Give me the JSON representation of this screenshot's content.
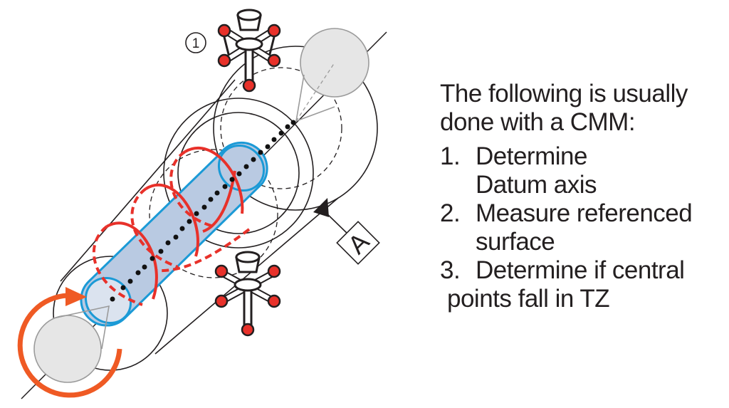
{
  "diagram": {
    "callout_number": "1",
    "datum_label": "A",
    "colors": {
      "outline": "#231f20",
      "red_circle": "#e8312a",
      "orange_arrow": "#ef5a24",
      "blue_cylinder_fill": "#b9cae2",
      "blue_cylinder_stroke": "#1b9ad6",
      "blue_end_fill": "#dbe3ef",
      "gray_cone": "#e6e6e6",
      "gray_cone_stroke": "#9b9b9b",
      "probe_tip_red": "#e8312a"
    }
  },
  "text": {
    "intro_line1": "The following is usually",
    "intro_line2": "done with a CMM:",
    "steps": [
      {
        "num": "1.",
        "line1": "Determine",
        "line2": "Datum axis"
      },
      {
        "num": "2.",
        "line1": "Measure referenced",
        "line2": "surface"
      },
      {
        "num": "3.",
        "line1": "Determine if central",
        "line2": "points fall in TZ"
      }
    ]
  }
}
